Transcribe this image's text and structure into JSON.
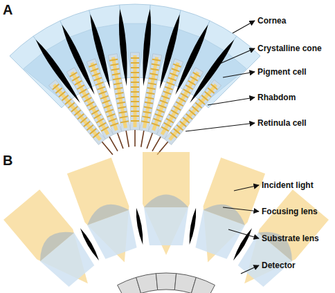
{
  "diagram": {
    "labels": [
      "A",
      "Cornea",
      "Crystalline cone",
      "Pigment cell",
      "Rhabdom",
      "Retinula cell",
      "B",
      "Incident light",
      "Focusing lens",
      "Substrate lens",
      "Detector"
    ]
  }
}
